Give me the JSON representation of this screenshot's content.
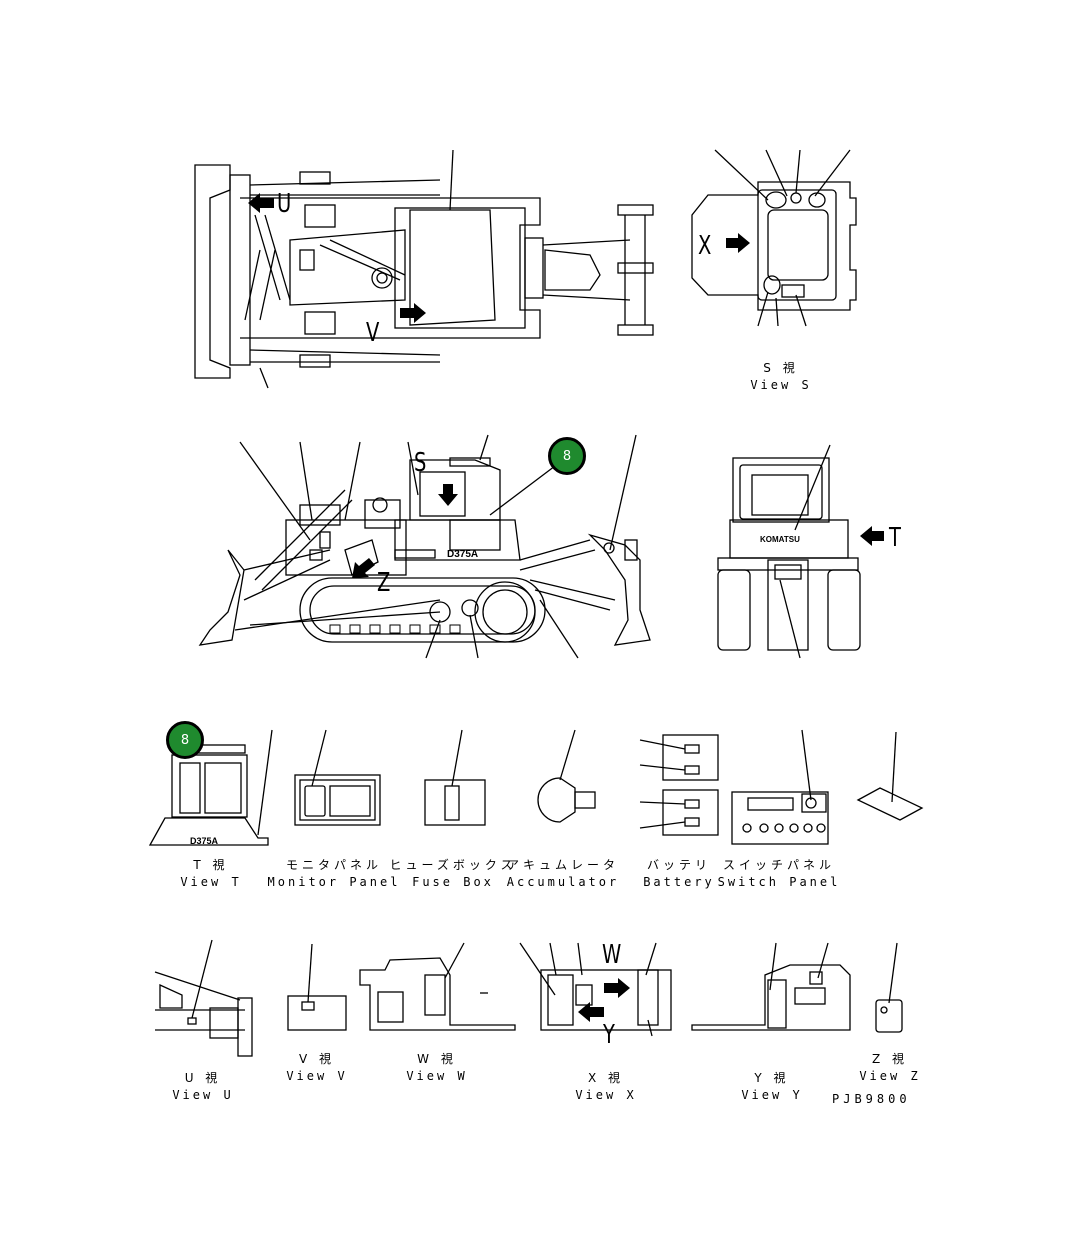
{
  "badges": {
    "main": "8",
    "view_t": "8"
  },
  "letters": {
    "u": "U",
    "v": "V",
    "x": "X",
    "s": "S",
    "z": "Z",
    "t": "T",
    "w": "W",
    "y": "Y"
  },
  "model_plate": "D375A",
  "brand_plate": "KOMATSU",
  "captions": {
    "view_s": {
      "jp": "S 視",
      "en": "View S"
    },
    "view_t": {
      "jp": "T 視",
      "en": "View T"
    },
    "monitor_panel": {
      "jp": "モニタパネル",
      "en": "Monitor Panel"
    },
    "fuse_box": {
      "jp": "ヒューズボックス",
      "en": "Fuse Box"
    },
    "accumulator": {
      "jp": "アキュムレータ",
      "en": "Accumulator"
    },
    "battery": {
      "jp": "バッテリ",
      "en": "Battery"
    },
    "switch_panel": {
      "jp": "スイッチパネル",
      "en": "Switch Panel"
    },
    "view_u": {
      "jp": "U 視",
      "en": "View U"
    },
    "view_v": {
      "jp": "V 視",
      "en": "View V"
    },
    "view_w": {
      "jp": "W 視",
      "en": "View W"
    },
    "view_x": {
      "jp": "X 視",
      "en": "View X"
    },
    "view_y": {
      "jp": "Y 視",
      "en": "View Y"
    },
    "view_z": {
      "jp": "Z 視",
      "en": "View Z"
    }
  },
  "drawing_code": "PJB9800",
  "colors": {
    "badge": "#1f8a2e",
    "line": "#000000"
  }
}
